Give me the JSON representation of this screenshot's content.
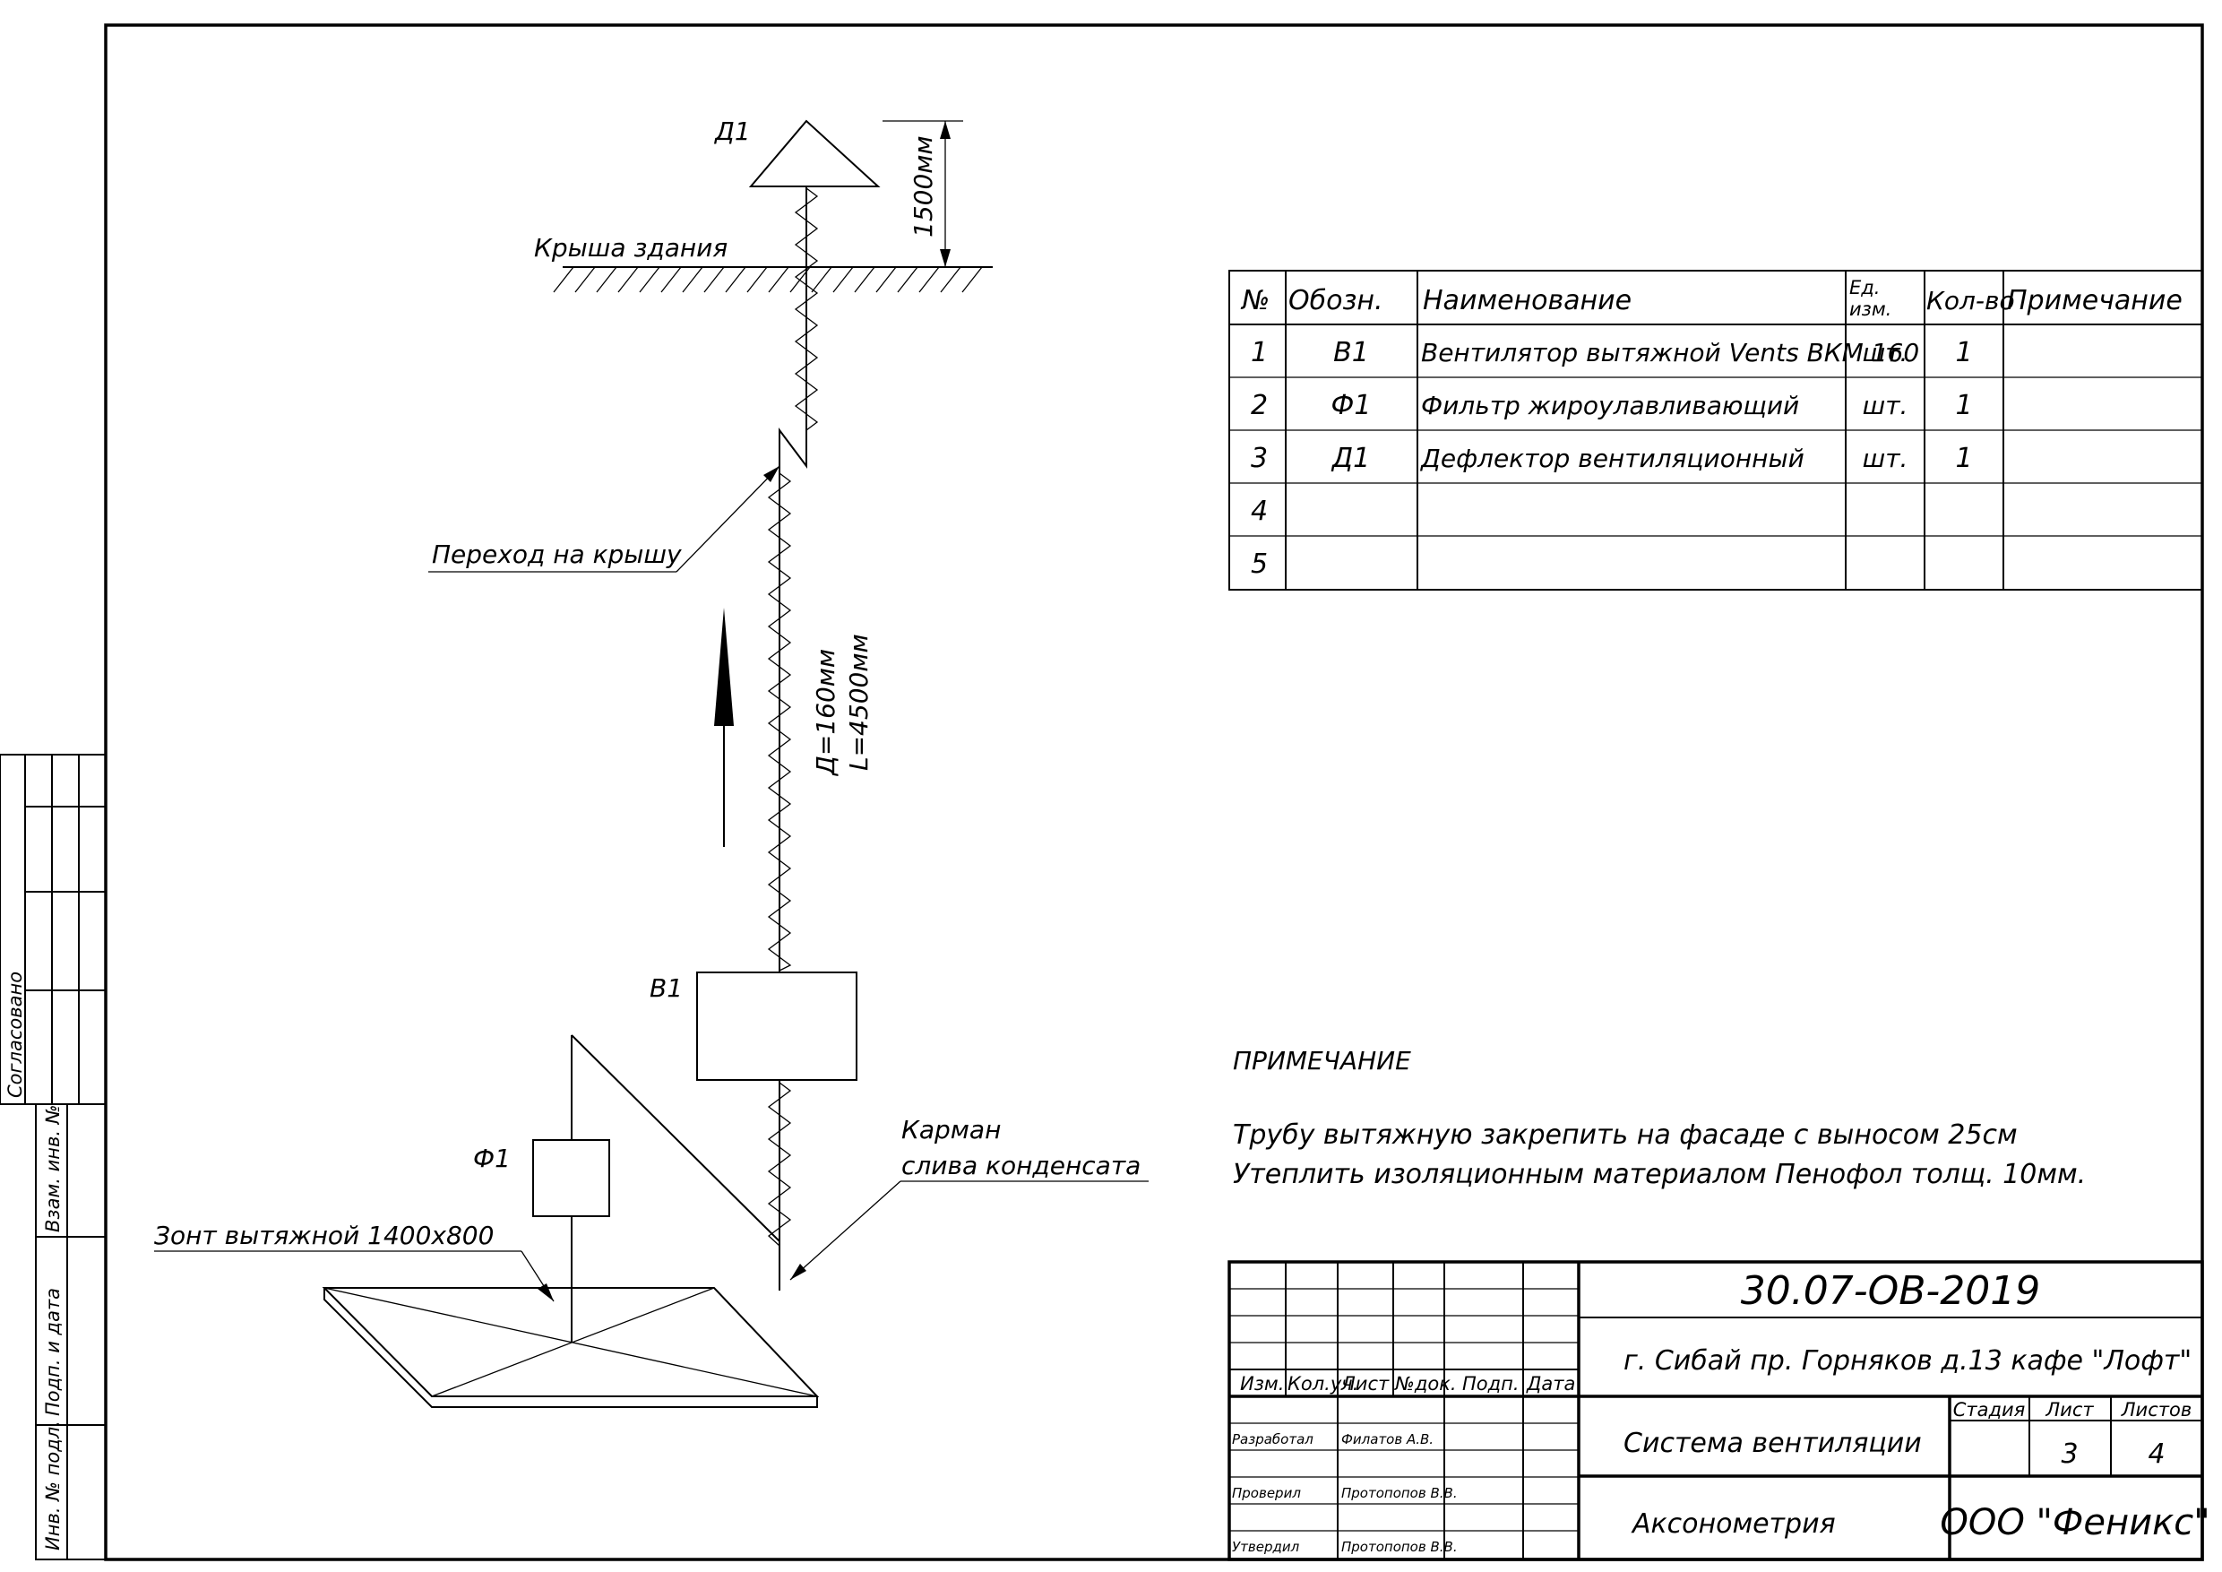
{
  "diagram": {
    "labels": {
      "deflector": "Д1",
      "roof": "Крыша здания",
      "roof_dim": "1500мм",
      "roof_transition": "Переход на крышу",
      "duct_diameter": "Д=160мм",
      "duct_length": "L=4500мм",
      "fan": "В1",
      "filter": "Ф1",
      "hood": "Зонт вытяжной 1400х800",
      "pocket_line1": "Карман",
      "pocket_line2": "слива конденсата"
    }
  },
  "spec_table": {
    "headers": {
      "num": "№",
      "code": "Обозн.",
      "name": "Наименование",
      "unit_line1": "Ед.",
      "unit_line2": "изм.",
      "qty": "Кол-во",
      "note": "Примечание"
    },
    "rows": [
      {
        "num": "1",
        "code": "В1",
        "name": "Вентилятор вытяжной Vents ВКМ 160",
        "unit": "шт.",
        "qty": "1",
        "note": ""
      },
      {
        "num": "2",
        "code": "Ф1",
        "name": "Фильтр жироулавливающий",
        "unit": "шт.",
        "qty": "1",
        "note": ""
      },
      {
        "num": "3",
        "code": "Д1",
        "name": "Дефлектор вентиляционный",
        "unit": "шт.",
        "qty": "1",
        "note": ""
      },
      {
        "num": "4",
        "code": "",
        "name": "",
        "unit": "",
        "qty": "",
        "note": ""
      },
      {
        "num": "5",
        "code": "",
        "name": "",
        "unit": "",
        "qty": "",
        "note": ""
      }
    ]
  },
  "note": {
    "heading": "ПРИМЕЧАНИЕ",
    "line1": "Трубу вытяжную закрепить на фасаде с выносом 25см",
    "line2": "Утеплить изоляционным материалом Пенофол толщ. 10мм."
  },
  "side_stamp": {
    "agreed": "Согласовано",
    "inv_replace": "Взам. инв. №",
    "sign_date": "Подп. и дата",
    "inv_orig": "Инв. № подл."
  },
  "title_block": {
    "doc_code": "30.07-ОВ-2019",
    "address": "г. Сибай пр. Горняков д.13 кафе \"Лофт\"",
    "col_headers": {
      "change": "Изм.",
      "qty_section": "Кол.уч.",
      "sheet": "Лист",
      "doc_no": "№док.",
      "sign": "Подп.",
      "date": "Дата"
    },
    "roles": [
      {
        "role": "Разработал",
        "name": "Филатов А.В."
      },
      {
        "role": "Проверил",
        "name": "Протопопов В.В."
      },
      {
        "role": "Утвердил",
        "name": "Протопопов В.В."
      }
    ],
    "system_name": "Система вентиляции",
    "drawing_name": "Аксонометрия",
    "stage_label": "Стадия",
    "sheet_label": "Лист",
    "sheets_label": "Листов",
    "stage_value": "",
    "sheet_value": "3",
    "sheets_value": "4",
    "company": "ООО \"Феникс\""
  }
}
